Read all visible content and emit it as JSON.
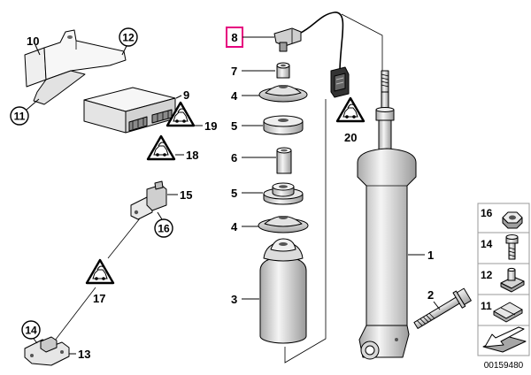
{
  "callouts": {
    "p10": "10",
    "p12": "12",
    "p11": "11",
    "p9": "9",
    "p19": "19",
    "p18": "18",
    "p15": "15",
    "p16": "16",
    "p17": "17",
    "p14": "14",
    "p13": "13",
    "p8": "8",
    "p7": "7",
    "p4_upper": "4",
    "p5_upper": "5",
    "p6": "6",
    "p5_lower": "5",
    "p4_lower": "4",
    "p3": "3",
    "p20": "20",
    "p1": "1",
    "p2": "2"
  },
  "legend": [
    "16",
    "14",
    "12",
    "11"
  ],
  "diagram_id": "00159480",
  "colors": {
    "highlight": "#e6007e",
    "line": "#000000",
    "legend_border": "#9a9a9a"
  },
  "icons": {
    "warning": "warning-triangle-icon",
    "direction": "direction-arrow-icon"
  }
}
